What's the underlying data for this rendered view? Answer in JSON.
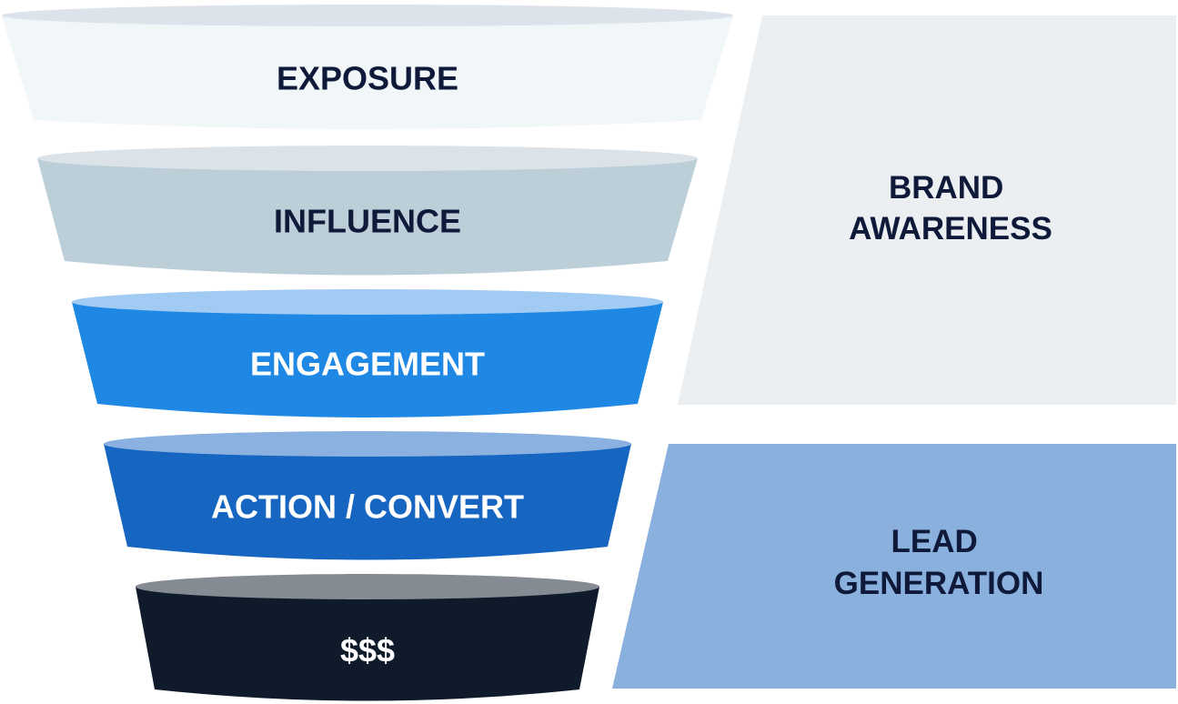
{
  "stages": [
    {
      "label": "EXPOSURE",
      "body_color": "#f1f6f9",
      "top_color": "#dde3ea",
      "text_color": "#0f1a3a"
    },
    {
      "label": "INFLUENCE",
      "body_color": "#bccfd8",
      "top_color": "#dbe2e8",
      "text_color": "#0f1a3a"
    },
    {
      "label": "ENGAGEMENT",
      "body_color": "#1f88e5",
      "top_color": "#a1cbf3",
      "text_color": "#ffffff"
    },
    {
      "label": "ACTION / CONVERT",
      "body_color": "#1565c1",
      "top_color": "#8ab1e0",
      "text_color": "#ffffff"
    },
    {
      "label": "$$$",
      "body_color": "#0f1b2b",
      "top_color": "#858b93",
      "text_color": "#ffffff"
    }
  ],
  "regions": [
    {
      "lines": [
        "BRAND",
        "AWARENESS"
      ],
      "color": "#ebeff2",
      "text_color": "#0f1a3a"
    },
    {
      "lines": [
        "LEAD",
        "GENERATION"
      ],
      "color": "#8ab0de",
      "text_color": "#0f1a3a"
    }
  ]
}
